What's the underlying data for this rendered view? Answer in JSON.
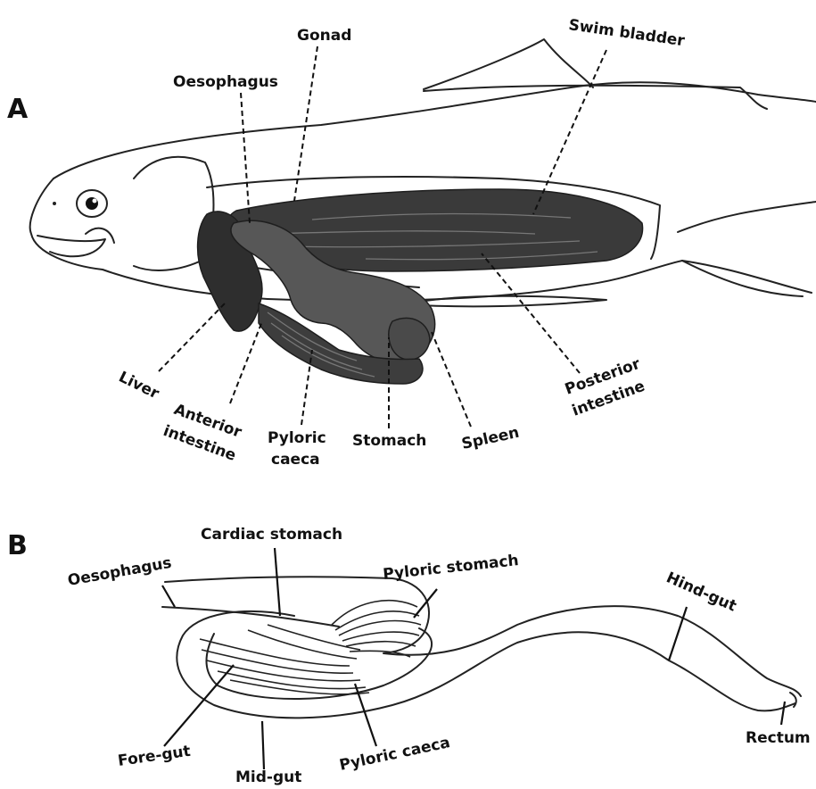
{
  "panel_a": {
    "letter": "A",
    "labels": {
      "oesophagus": "Oesophagus",
      "gonad": "Gonad",
      "swim_bladder": "Swim bladder",
      "liver": "Liver",
      "anterior_intestine_1": "Anterior",
      "anterior_intestine_2": "intestine",
      "pyloric_caeca_1": "Pyloric",
      "pyloric_caeca_2": "caeca",
      "stomach": "Stomach",
      "spleen": "Spleen",
      "posterior_intestine_1": "Posterior",
      "posterior_intestine_2": "intestine"
    }
  },
  "panel_b": {
    "letter": "B",
    "labels": {
      "oesophagus": "Oesophagus",
      "cardiac_stomach": "Cardiac stomach",
      "pyloric_stomach": "Pyloric stomach",
      "hind_gut": "Hind-gut",
      "rectum": "Rectum",
      "fore_gut": "Fore-gut",
      "mid_gut": "Mid-gut",
      "pyloric_caeca": "Pyloric caeca"
    }
  }
}
